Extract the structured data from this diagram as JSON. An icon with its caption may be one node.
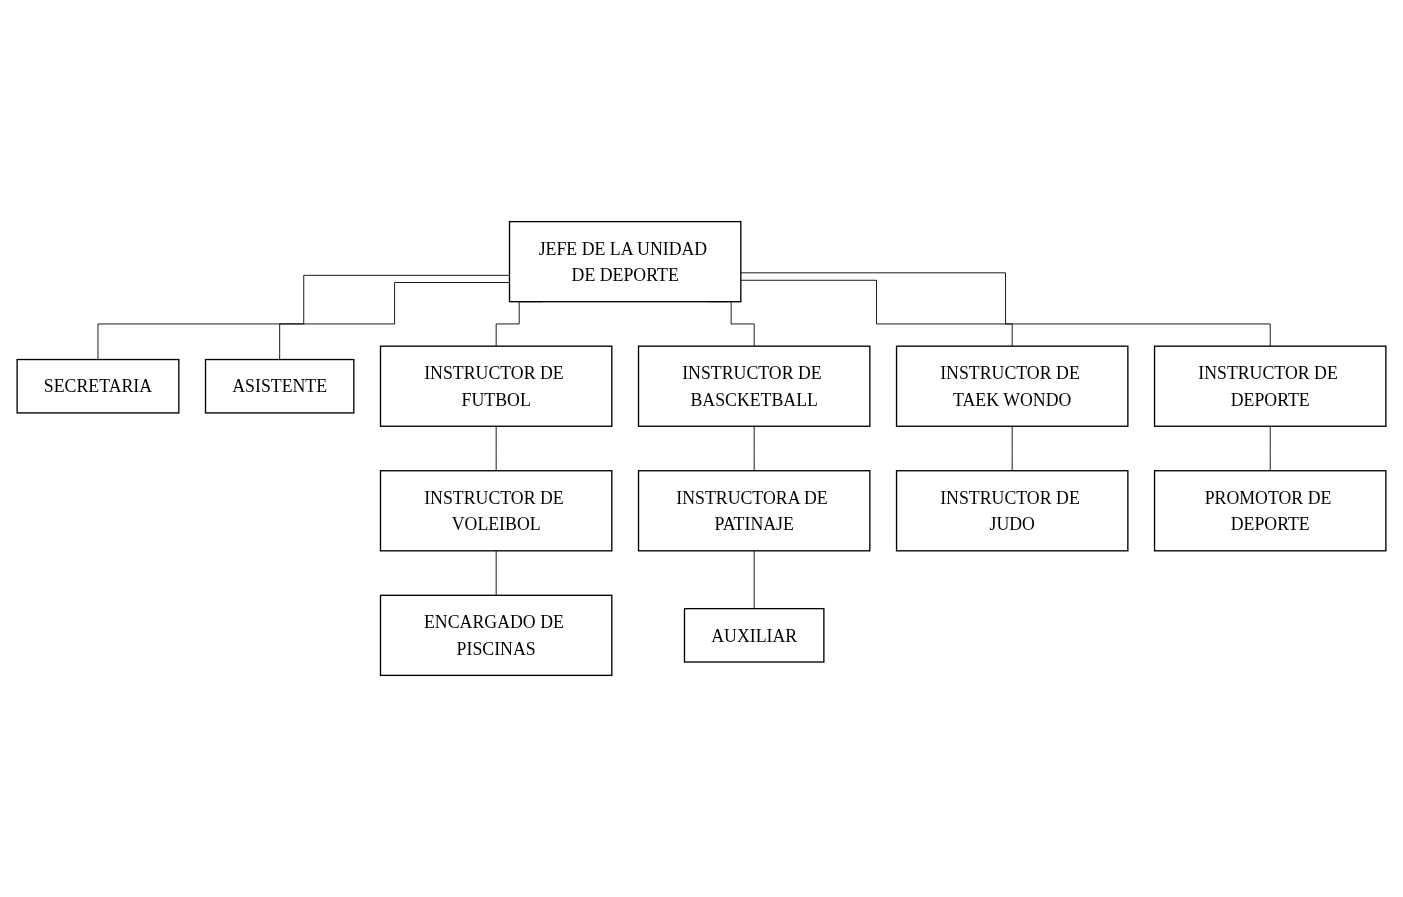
{
  "diagram": {
    "nodes": [
      {
        "text": [
          "JEFE DE LA UNIDAD DE DEPORTE"
        ]
      },
      {
        "text": [
          "SECRETARIA"
        ]
      },
      {
        "text": [
          "ASISTENTE"
        ]
      },
      {
        "text": [
          "INSTRUCTOR DE FUTBOL"
        ]
      },
      {
        "text": [
          "INSTRUCTOR DE BASCKETBALL"
        ]
      },
      {
        "text": [
          "INSTRUCTOR DE TAEK WONDO"
        ]
      },
      {
        "text": [
          "INSTRUCTOR DE DEPORTE"
        ]
      },
      {
        "text": [
          "INSTRUCTOR DE VOLEIBOL"
        ]
      },
      {
        "text": [
          "INSTRUCTORA DE PATINAJE"
        ]
      },
      {
        "text": [
          "INSTRUCTOR DE JUDO"
        ]
      },
      {
        "text": [
          "PROMOTOR DE DEPORTE"
        ]
      },
      {
        "text": [
          "ENCARGADO DE PISCINAS"
        ]
      },
      {
        "text": [
          "AUXILIAR"
        ]
      }
    ],
    "edges": [
      {
        "from": 0,
        "to": 1,
        "arrow": "none"
      },
      {
        "from": 0,
        "to": 2,
        "arrow": "none"
      },
      {
        "from": 0,
        "to": 3,
        "arrow": "none"
      },
      {
        "from": 0,
        "to": 4,
        "arrow": "none"
      },
      {
        "from": 0,
        "to": 5,
        "arrow": "none"
      },
      {
        "from": 0,
        "to": 6,
        "arrow": "none"
      },
      {
        "from": 3,
        "to": 7,
        "arrow": "none"
      },
      {
        "from": 7,
        "to": 11,
        "arrow": "none"
      },
      {
        "from": 4,
        "to": 8,
        "arrow": "none"
      },
      {
        "from": 8,
        "to": 12,
        "arrow": "none"
      },
      {
        "from": 5,
        "to": 9,
        "arrow": "none"
      },
      {
        "from": 6,
        "to": 10,
        "arrow": "none"
      }
    ]
  }
}
